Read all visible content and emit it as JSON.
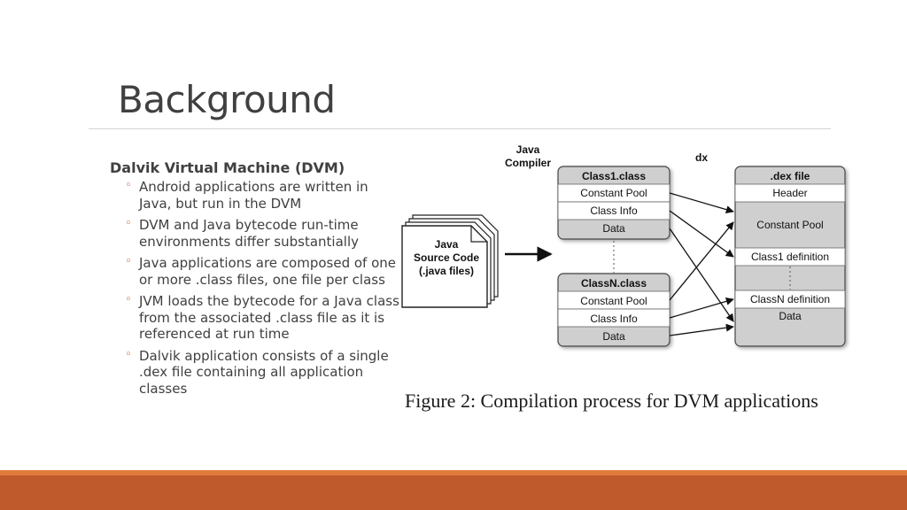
{
  "slide": {
    "title": "Background",
    "heading": "Dalvik Virtual Machine (DVM)",
    "bullets": [
      "Android applications are written in Java, but run in the DVM",
      "DVM and Java bytecode run-time environments differ substantially",
      "Java applications are composed of one or more .class files, one file per class",
      "JVM loads the bytecode for a Java class from the associated .class file as it is referenced at run time",
      "Dalvik application consists of a single .dex file containing all application classes"
    ],
    "bullet_symbol": "◦"
  },
  "diagram": {
    "java_compiler_label": [
      "Java",
      "Compiler"
    ],
    "dx_label": "dx",
    "source": [
      "Java",
      "Source Code",
      "(.java files)"
    ],
    "class1": {
      "title": "Class1.class",
      "rows": [
        "Constant Pool",
        "Class Info",
        "Data"
      ]
    },
    "classN": {
      "title": "ClassN.class",
      "rows": [
        "Constant Pool",
        "Class Info",
        "Data"
      ]
    },
    "dex": {
      "title": ".dex file",
      "header": "Header",
      "constant_pool": "Constant Pool",
      "class1_def": "Class1 definition",
      "classN_def": "ClassN definition",
      "data": "Data"
    },
    "caption": "Figure 2: Compilation process for DVM applications"
  },
  "colors": {
    "accent": "#c0532a",
    "footer_line": "#e07b39",
    "footer_band": "#bf5a2d",
    "title_text": "#404040",
    "box_gray": "#d6d6d6"
  }
}
